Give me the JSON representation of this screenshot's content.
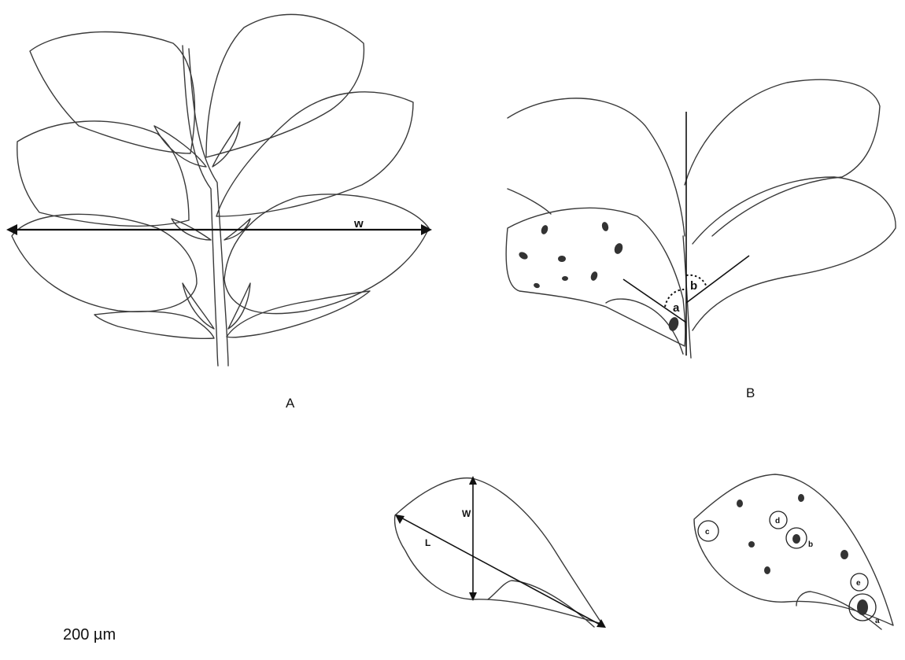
{
  "panels": {
    "a": "A",
    "b": "B"
  },
  "labels": {
    "shoot_width": "w",
    "angle_a": "a",
    "angle_b": "b",
    "leaf_width": "W",
    "leaf_length": "L",
    "spot_a": "a",
    "spot_b": "b",
    "spot_c": "c",
    "spot_d": "d",
    "spot_e": "e"
  },
  "scale_bar": "200 µm"
}
